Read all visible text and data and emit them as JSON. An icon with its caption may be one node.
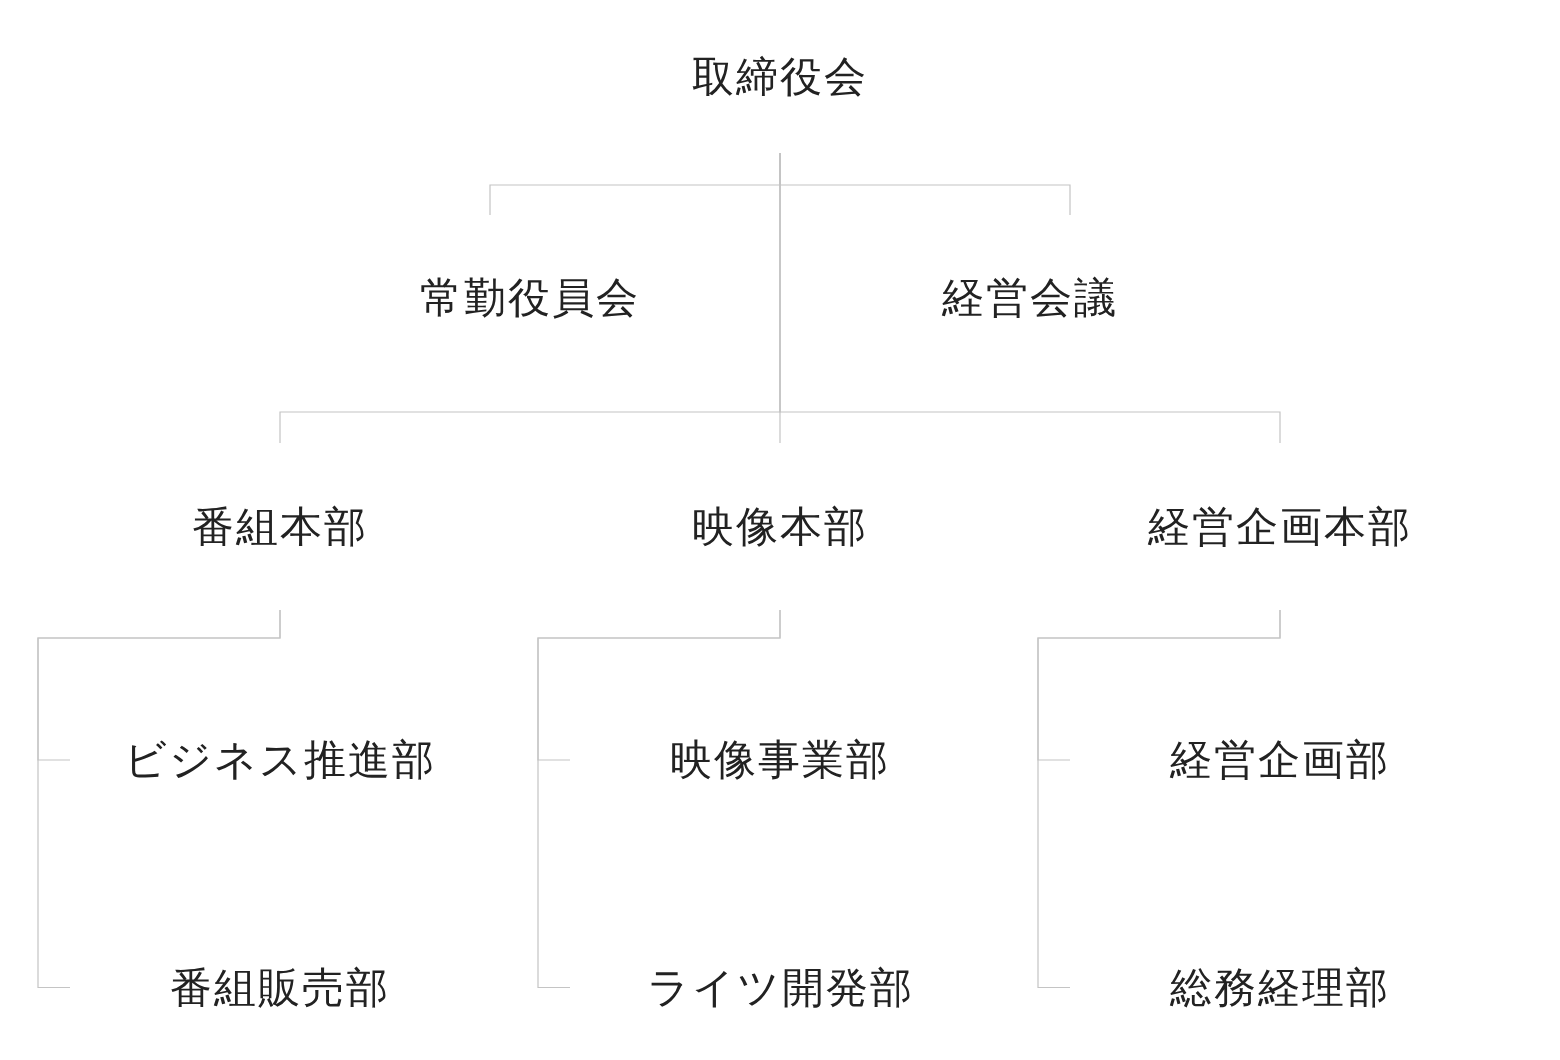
{
  "diagram": {
    "nodes": [
      {
        "text": [
          "取締役会"
        ]
      },
      {
        "text": [
          "常勤役員会"
        ]
      },
      {
        "text": [
          "経営会議"
        ]
      },
      {
        "text": [
          "番組本部"
        ]
      },
      {
        "text": [
          "映像本部"
        ]
      },
      {
        "text": [
          "経営企画本部"
        ]
      },
      {
        "text": [
          "ビジネス推進部"
        ]
      },
      {
        "text": [
          "番組販売部"
        ]
      },
      {
        "text": [
          "映像事業部"
        ]
      },
      {
        "text": [
          "ライツ開発部"
        ]
      },
      {
        "text": [
          "経営企画部"
        ]
      },
      {
        "text": [
          "総務経理部"
        ]
      }
    ],
    "edges": [
      {
        "from": 0,
        "to": 1,
        "arrow": "none"
      },
      {
        "from": 0,
        "to": 2,
        "arrow": "none"
      },
      {
        "from": 0,
        "to": 3,
        "arrow": "none"
      },
      {
        "from": 0,
        "to": 4,
        "arrow": "none"
      },
      {
        "from": 0,
        "to": 5,
        "arrow": "none"
      },
      {
        "from": 3,
        "to": 6,
        "arrow": "none"
      },
      {
        "from": 3,
        "to": 7,
        "arrow": "none"
      },
      {
        "from": 4,
        "to": 8,
        "arrow": "none"
      },
      {
        "from": 4,
        "to": 9,
        "arrow": "none"
      },
      {
        "from": 5,
        "to": 10,
        "arrow": "none"
      },
      {
        "from": 5,
        "to": 11,
        "arrow": "none"
      }
    ]
  }
}
